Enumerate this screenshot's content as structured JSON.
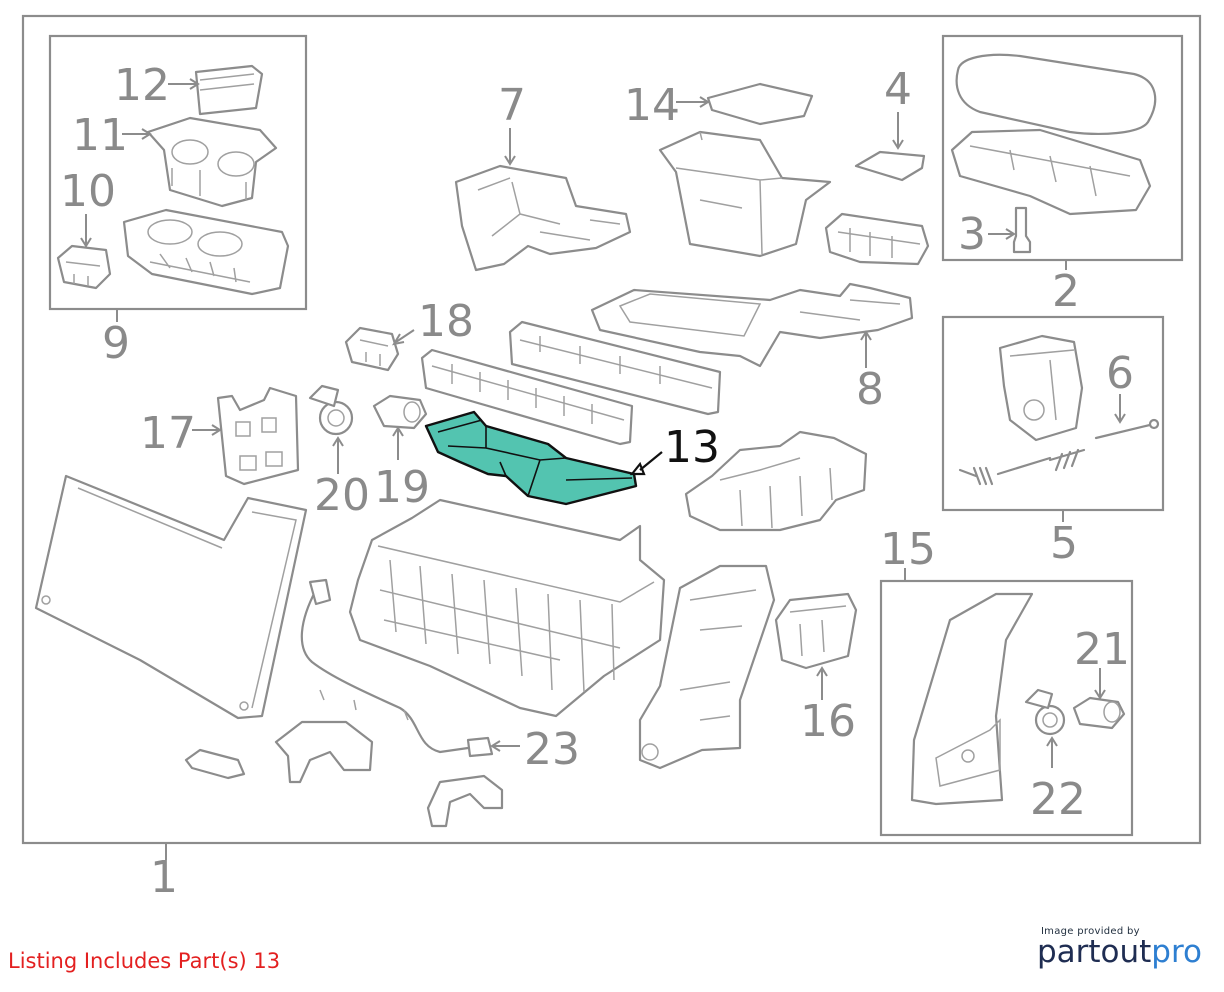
{
  "diagram": {
    "callouts": [
      "1",
      "2",
      "3",
      "4",
      "5",
      "6",
      "7",
      "8",
      "9",
      "10",
      "11",
      "12",
      "13",
      "14",
      "15",
      "16",
      "17",
      "18",
      "19",
      "20",
      "21",
      "22",
      "23"
    ],
    "highlight_part": "13",
    "colors": {
      "highlight": "#53c4b0",
      "line": "#8c8c8c",
      "text": "#8a8a8a"
    }
  },
  "listing": "Listing Includes Part(s) 13",
  "credit": {
    "small": "Image provided by",
    "brand_a": "partout",
    "brand_b": "pro"
  }
}
